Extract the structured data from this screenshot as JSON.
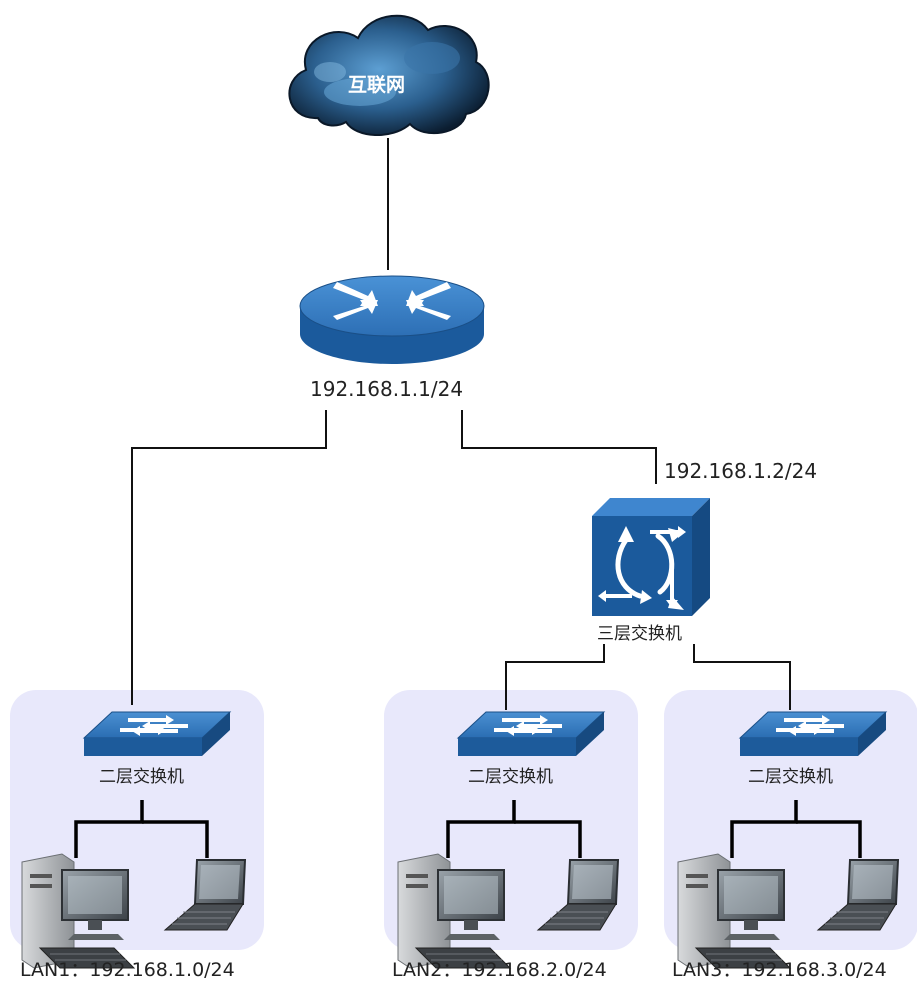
{
  "internet": {
    "label": "互联网"
  },
  "router": {
    "ip": "192.168.1.1/24"
  },
  "l3_switch": {
    "ip": "192.168.1.2/24",
    "label": "三层交换机"
  },
  "lans": [
    {
      "switch_label": "二层交换机",
      "lan_label": "LAN1：",
      "subnet": "192.168.1.0/24"
    },
    {
      "switch_label": "二层交换机",
      "lan_label": "LAN2：",
      "subnet": "192.168.2.0/24"
    },
    {
      "switch_label": "二层交换机",
      "lan_label": "LAN3：",
      "subnet": "192.168.3.0/24"
    }
  ],
  "colors": {
    "device_blue": "#1b5a9c",
    "device_top": "#3f86cf",
    "lan_panel": "#e8e8fb",
    "cloud_dark": "#0c1f33",
    "cloud_light": "#4e94c9"
  }
}
